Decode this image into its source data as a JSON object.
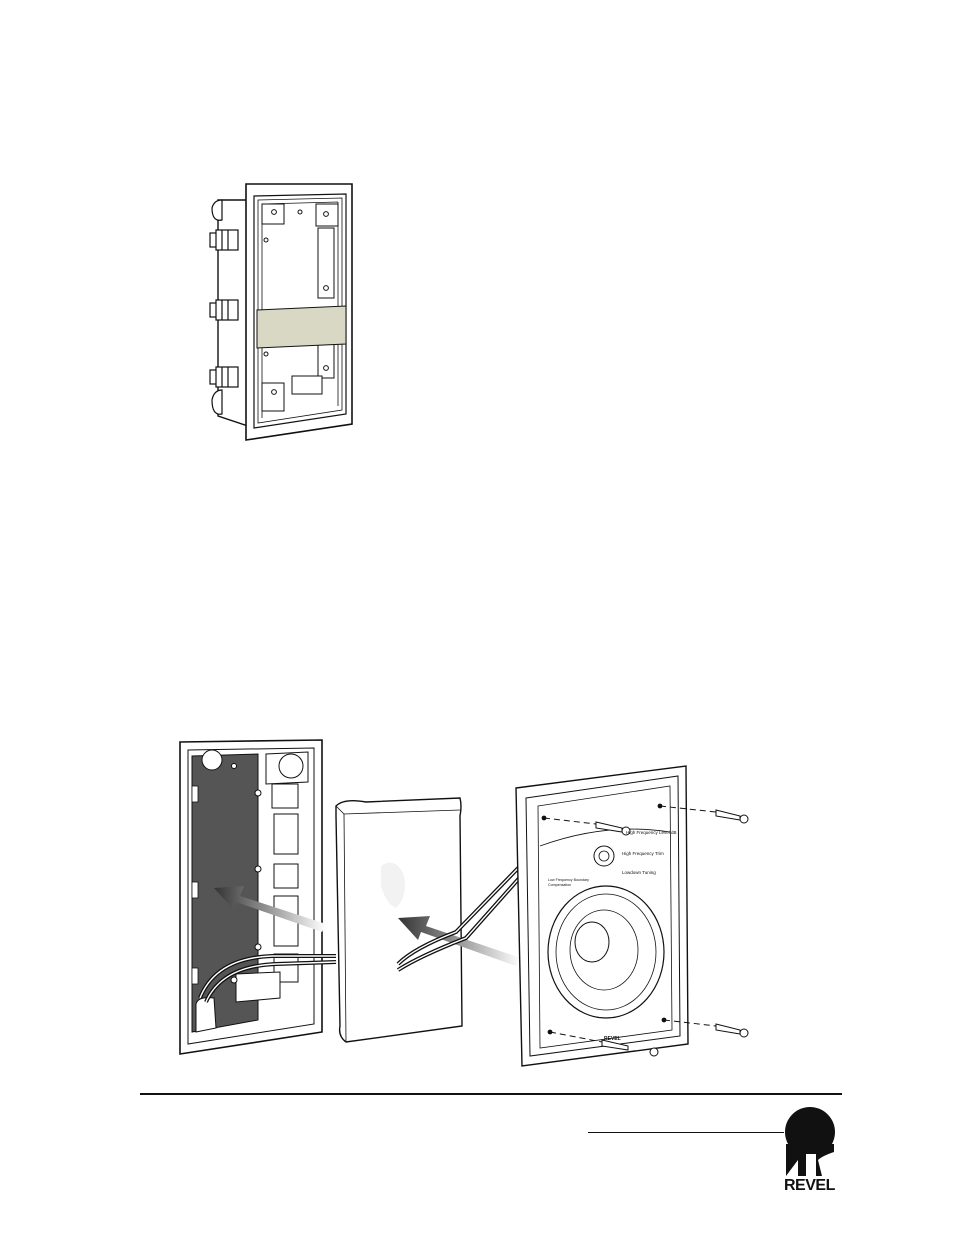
{
  "page": {
    "background": "#ffffff",
    "ink": "#111111",
    "accent_panel": "#d8d8c4",
    "dark_panel": "#555555"
  },
  "figure_top": {
    "icon": "in-wall-bracket-frame-illustration"
  },
  "figure_bottom": {
    "icon": "speaker-installation-exploded-illustration",
    "speaker_labels": {
      "hf_level": "High Frequency Level dB",
      "hf_trim": "High Frequency Trim",
      "lf_comp": "Low Frequency Boundary Compensation",
      "lf_trim": "Lowdown Tuning"
    },
    "speaker_badge": "REVEL"
  },
  "footer": {
    "logo_text": "REVEL",
    "logo_icon": "revel-r-logo-icon"
  }
}
